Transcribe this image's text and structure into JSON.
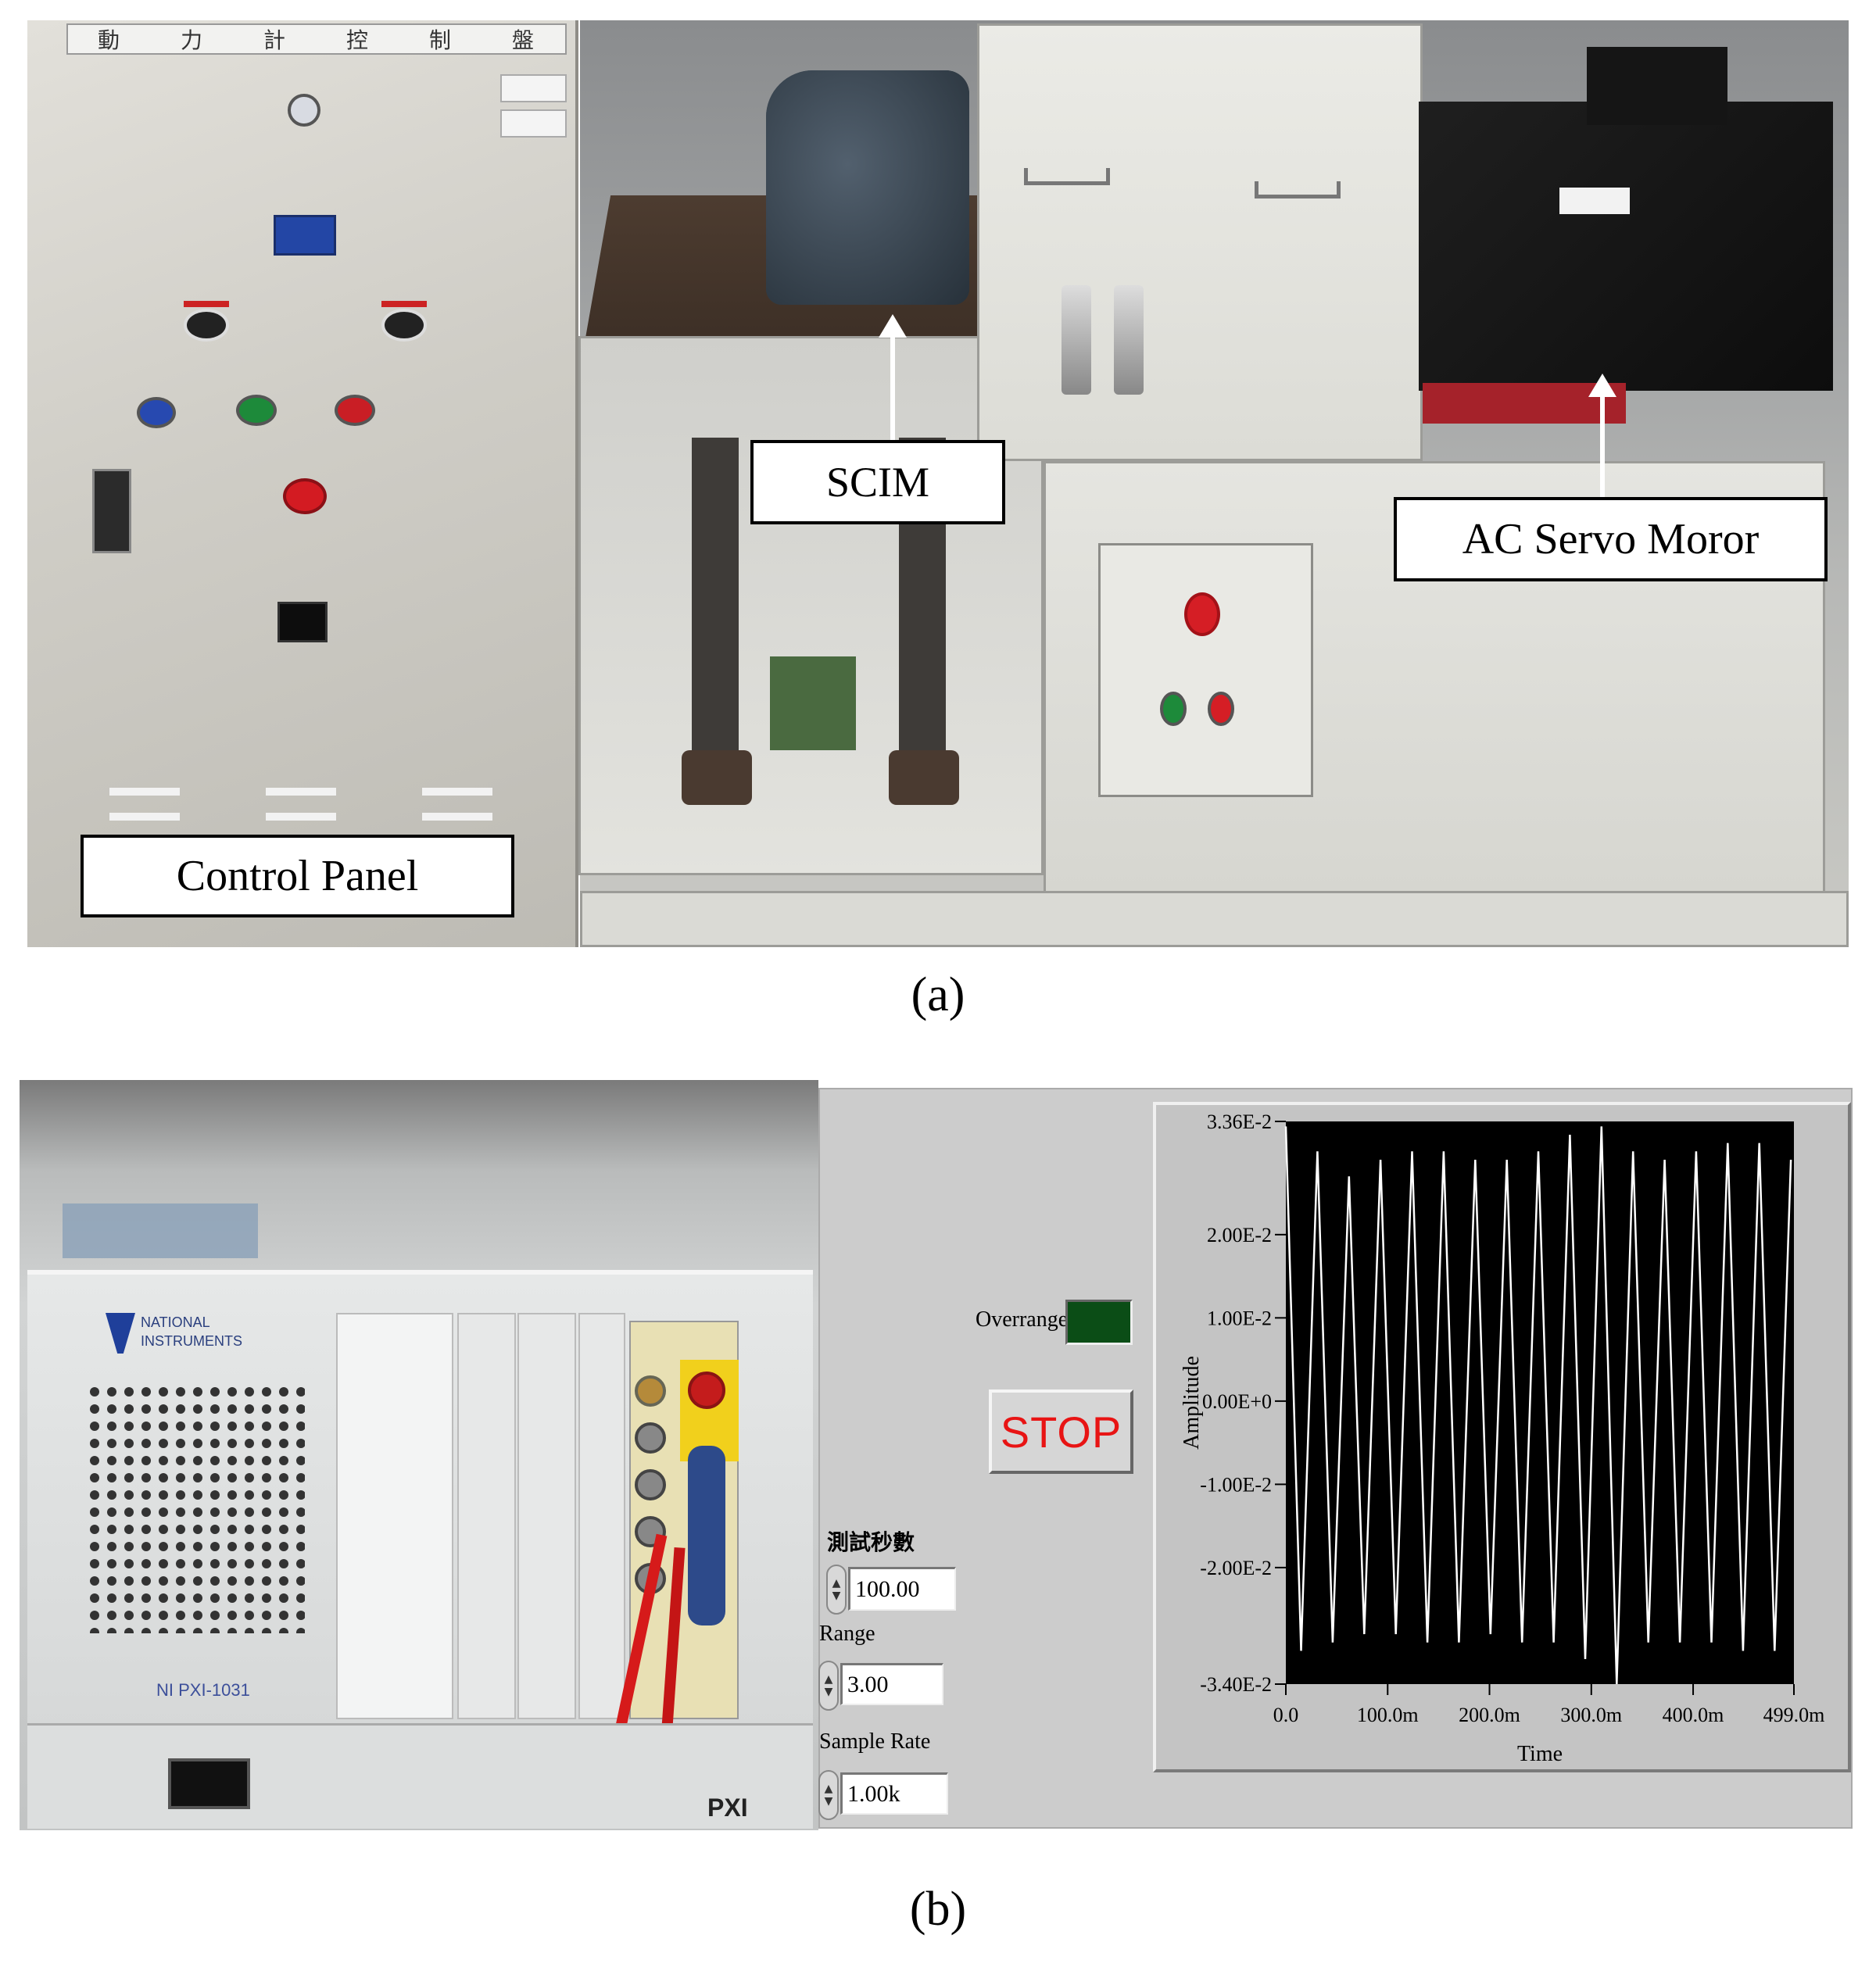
{
  "panel_a": {
    "cabinet_title_chars": [
      "動",
      "力",
      "計",
      "控",
      "制",
      "盤"
    ],
    "labels": {
      "control_panel": "Control Panel",
      "scim": "SCIM",
      "servo": "AC Servo Moror"
    },
    "caption": "(a)"
  },
  "panel_b": {
    "caption": "(b)",
    "vendor_text": "NATIONAL INSTRUMENTS",
    "chassis_model": "NI PXI-1031",
    "brand_mark": "PXI",
    "labview": {
      "overrange_label": "Overrange",
      "stop_label": "STOP",
      "test_seconds_label": "測試秒數",
      "test_seconds_value": "100.00",
      "range_label": "Range",
      "range_value": "3.00",
      "sample_rate_label": "Sample Rate",
      "sample_rate_value": "1.00k",
      "spinner_up": "▲",
      "spinner_down": "▼"
    }
  },
  "chart_data": {
    "type": "line",
    "title": "",
    "xlabel": "Time",
    "ylabel": "Amplitude",
    "xlim": [
      0,
      0.499
    ],
    "ylim": [
      -0.034,
      0.0336
    ],
    "x_tick_labels": [
      "0.0",
      "100.0m",
      "200.0m",
      "300.0m",
      "400.0m",
      "499.0m"
    ],
    "x_tick_values": [
      0,
      0.1,
      0.2,
      0.3,
      0.4,
      0.499
    ],
    "y_tick_labels": [
      "3.36E-2",
      "2.00E-2",
      "1.00E-2",
      "0.00E+0",
      "-1.00E-2",
      "-2.00E-2",
      "-3.40E-2"
    ],
    "y_tick_values": [
      0.0336,
      0.02,
      0.01,
      0,
      -0.01,
      -0.02,
      -0.034
    ],
    "grid": false,
    "background": "#000000",
    "line_color": "#ffffff",
    "series": [
      {
        "x": [
          0.0,
          0.015,
          0.031,
          0.046,
          0.062,
          0.077,
          0.093,
          0.108,
          0.124,
          0.139,
          0.155,
          0.17,
          0.186,
          0.201,
          0.217,
          0.232,
          0.248,
          0.263,
          0.279,
          0.294,
          0.31,
          0.325,
          0.341,
          0.356,
          0.372,
          0.387,
          0.403,
          0.418,
          0.434,
          0.449,
          0.465,
          0.48,
          0.496
        ],
        "y": [
          0.033,
          -0.03,
          0.03,
          -0.029,
          0.027,
          -0.028,
          0.029,
          -0.028,
          0.03,
          -0.029,
          0.03,
          -0.029,
          0.029,
          -0.028,
          0.029,
          -0.029,
          0.03,
          -0.029,
          0.032,
          -0.031,
          0.033,
          -0.034,
          0.03,
          -0.029,
          0.029,
          -0.029,
          0.03,
          -0.029,
          0.031,
          -0.03,
          0.031,
          -0.03,
          0.029
        ]
      }
    ]
  }
}
